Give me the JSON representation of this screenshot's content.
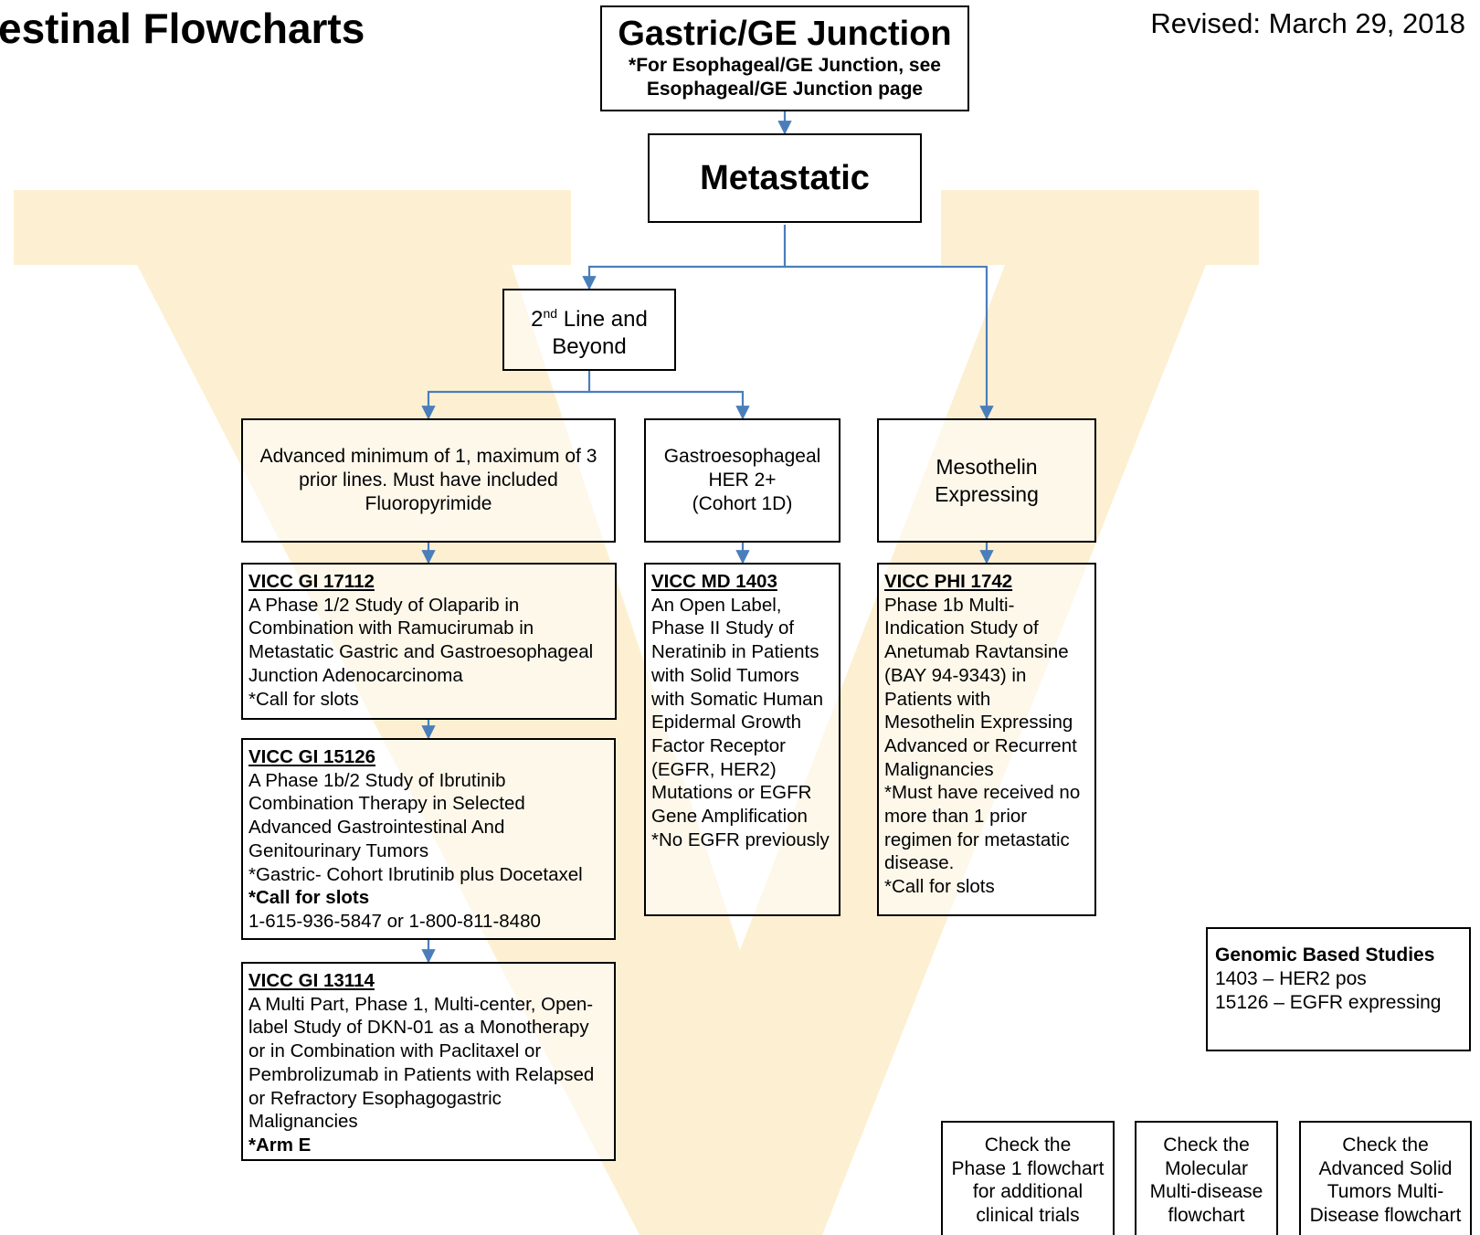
{
  "header": {
    "title": "estinal Flowcharts",
    "revised": "Revised: March 29, 2018"
  },
  "top": {
    "title": "Gastric/GE Junction",
    "note_lines": [
      "*For Esophageal/GE Junction, see",
      "Esophageal/GE Junction page"
    ]
  },
  "stage": {
    "label": "Metastatic"
  },
  "line_box": {
    "superscript": "nd",
    "prefix": "2",
    "line1_rest": " Line and",
    "line2": "Beyond"
  },
  "criteria": {
    "advanced": [
      "Advanced minimum of 1, maximum of 3",
      "prior lines. Must have included",
      "Fluoropyrimide"
    ],
    "her2": [
      "Gastroesophageal",
      "HER 2+",
      "(Cohort 1D)"
    ],
    "mesothelin": [
      "Mesothelin",
      "Expressing"
    ]
  },
  "trials": {
    "gi17112": {
      "id": "VICC GI 17112",
      "lines": [
        "A Phase 1/2 Study of Olaparib in",
        "Combination with Ramucirumab in",
        "Metastatic Gastric and Gastroesophageal",
        "Junction Adenocarcinoma",
        "*Call for slots"
      ]
    },
    "gi15126": {
      "id": "VICC GI 15126",
      "lines": [
        "A Phase 1b/2 Study of Ibrutinib",
        "Combination Therapy in Selected",
        "Advanced Gastrointestinal And",
        "Genitourinary Tumors",
        "*Gastric- Cohort Ibrutinib plus Docetaxel"
      ],
      "bold_line": "*Call for slots",
      "phone": "1-615-936-5847 or 1-800-811-8480"
    },
    "gi13114": {
      "id": "VICC GI 13114",
      "lines": [
        "A Multi Part, Phase 1, Multi-center, Open-",
        "label Study of DKN-01 as a Monotherapy",
        "or in Combination with Paclitaxel or",
        "Pembrolizumab in Patients with Relapsed",
        "or Refractory Esophagogastric",
        "Malignancies"
      ],
      "bold_line": "*Arm E"
    },
    "md1403": {
      "id": "VICC MD 1403",
      "lines": [
        "An Open Label,",
        "Phase II Study of",
        "Neratinib in Patients",
        "with Solid Tumors",
        "with Somatic Human",
        "Epidermal Growth",
        "Factor Receptor",
        "(EGFR, HER2)",
        "Mutations or EGFR",
        "Gene Amplification",
        "*No EGFR previously"
      ]
    },
    "phi1742": {
      "id": "VICC PHI 1742",
      "lines": [
        "Phase 1b Multi-",
        "Indication Study of",
        "Anetumab Ravtansine",
        "(BAY 94-9343) in",
        "Patients with",
        "Mesothelin Expressing",
        "Advanced or Recurrent",
        "Malignancies",
        "*Must have received no",
        "more than 1 prior",
        "regimen for metastatic",
        "disease.",
        "*Call for slots"
      ]
    }
  },
  "genomic": {
    "title": "Genomic Based Studies",
    "items": [
      "1403 – HER2 pos",
      "15126 – EGFR expressing"
    ]
  },
  "checks": [
    [
      "Check the",
      "Phase 1 flowchart",
      "for additional",
      "clinical trials"
    ],
    [
      "Check the",
      "Molecular",
      "Multi-disease",
      "flowchart"
    ],
    [
      "Check the",
      "Advanced Solid",
      "Tumors Multi-",
      "Disease flowchart"
    ]
  ],
  "colors": {
    "connector": "#4a7ebb",
    "watermark": "#fdf0d2"
  }
}
